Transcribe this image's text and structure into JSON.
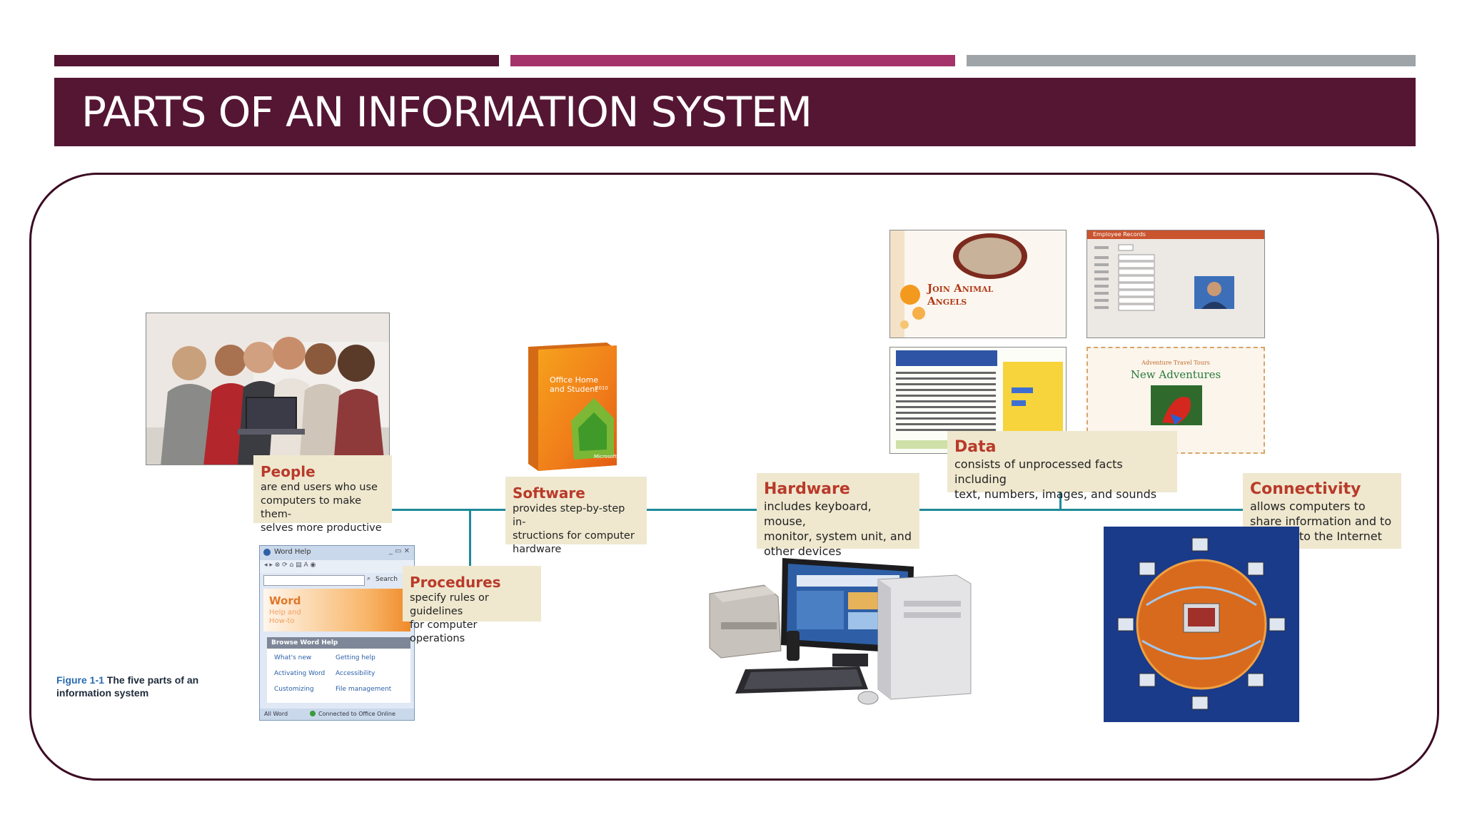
{
  "slide": {
    "title": "PARTS OF AN INFORMATION SYSTEM",
    "accent_colors": [
      "#551634",
      "#a3336a",
      "#9ea4a8"
    ]
  },
  "diagram": {
    "people": {
      "heading": "People",
      "text": [
        "are end users who use",
        "computers to make them-",
        "selves more productive"
      ]
    },
    "software": {
      "heading": "Software",
      "text": [
        "provides step-by-step in-",
        "structions for computer",
        "hardware"
      ]
    },
    "procedures": {
      "heading": "Procedures",
      "text": [
        "specify rules or guidelines",
        "for computer operations"
      ]
    },
    "hardware": {
      "heading": "Hardware",
      "text": [
        "includes keyboard, mouse,",
        "monitor, system unit, and",
        "other devices"
      ]
    },
    "data": {
      "heading": "Data",
      "text": [
        "consists of unprocessed facts including",
        "text, numbers, images, and sounds"
      ]
    },
    "connectivity": {
      "heading": "Connectivity",
      "text": [
        "allows computers to",
        "share information and to",
        "connect to the Internet"
      ]
    },
    "caption": {
      "figure": "Figure 1-1",
      "text": "The five parts of an information system"
    }
  },
  "images": {
    "office_box": {
      "line1": "Office Home",
      "line2": "and Student",
      "year": "2010",
      "brand": "Microsoft"
    },
    "word_help": {
      "title": "Word Help",
      "search": "Search",
      "banner1": "Word",
      "banner2": "Help and",
      "banner3": "How-to",
      "browse": "Browse Word Help",
      "links": [
        "What's new",
        "Getting help",
        "Activating Word",
        "Accessibility",
        "Customizing",
        "File management"
      ],
      "status1": "All Word",
      "status2": "Connected to Office Online"
    },
    "flyer": {
      "line1": "Join Animal",
      "line2": "Angels"
    },
    "adventure": {
      "line1": "Adventure Travel Tours",
      "line2": "New Adventures"
    },
    "form": {
      "title": "Employee Records"
    }
  }
}
